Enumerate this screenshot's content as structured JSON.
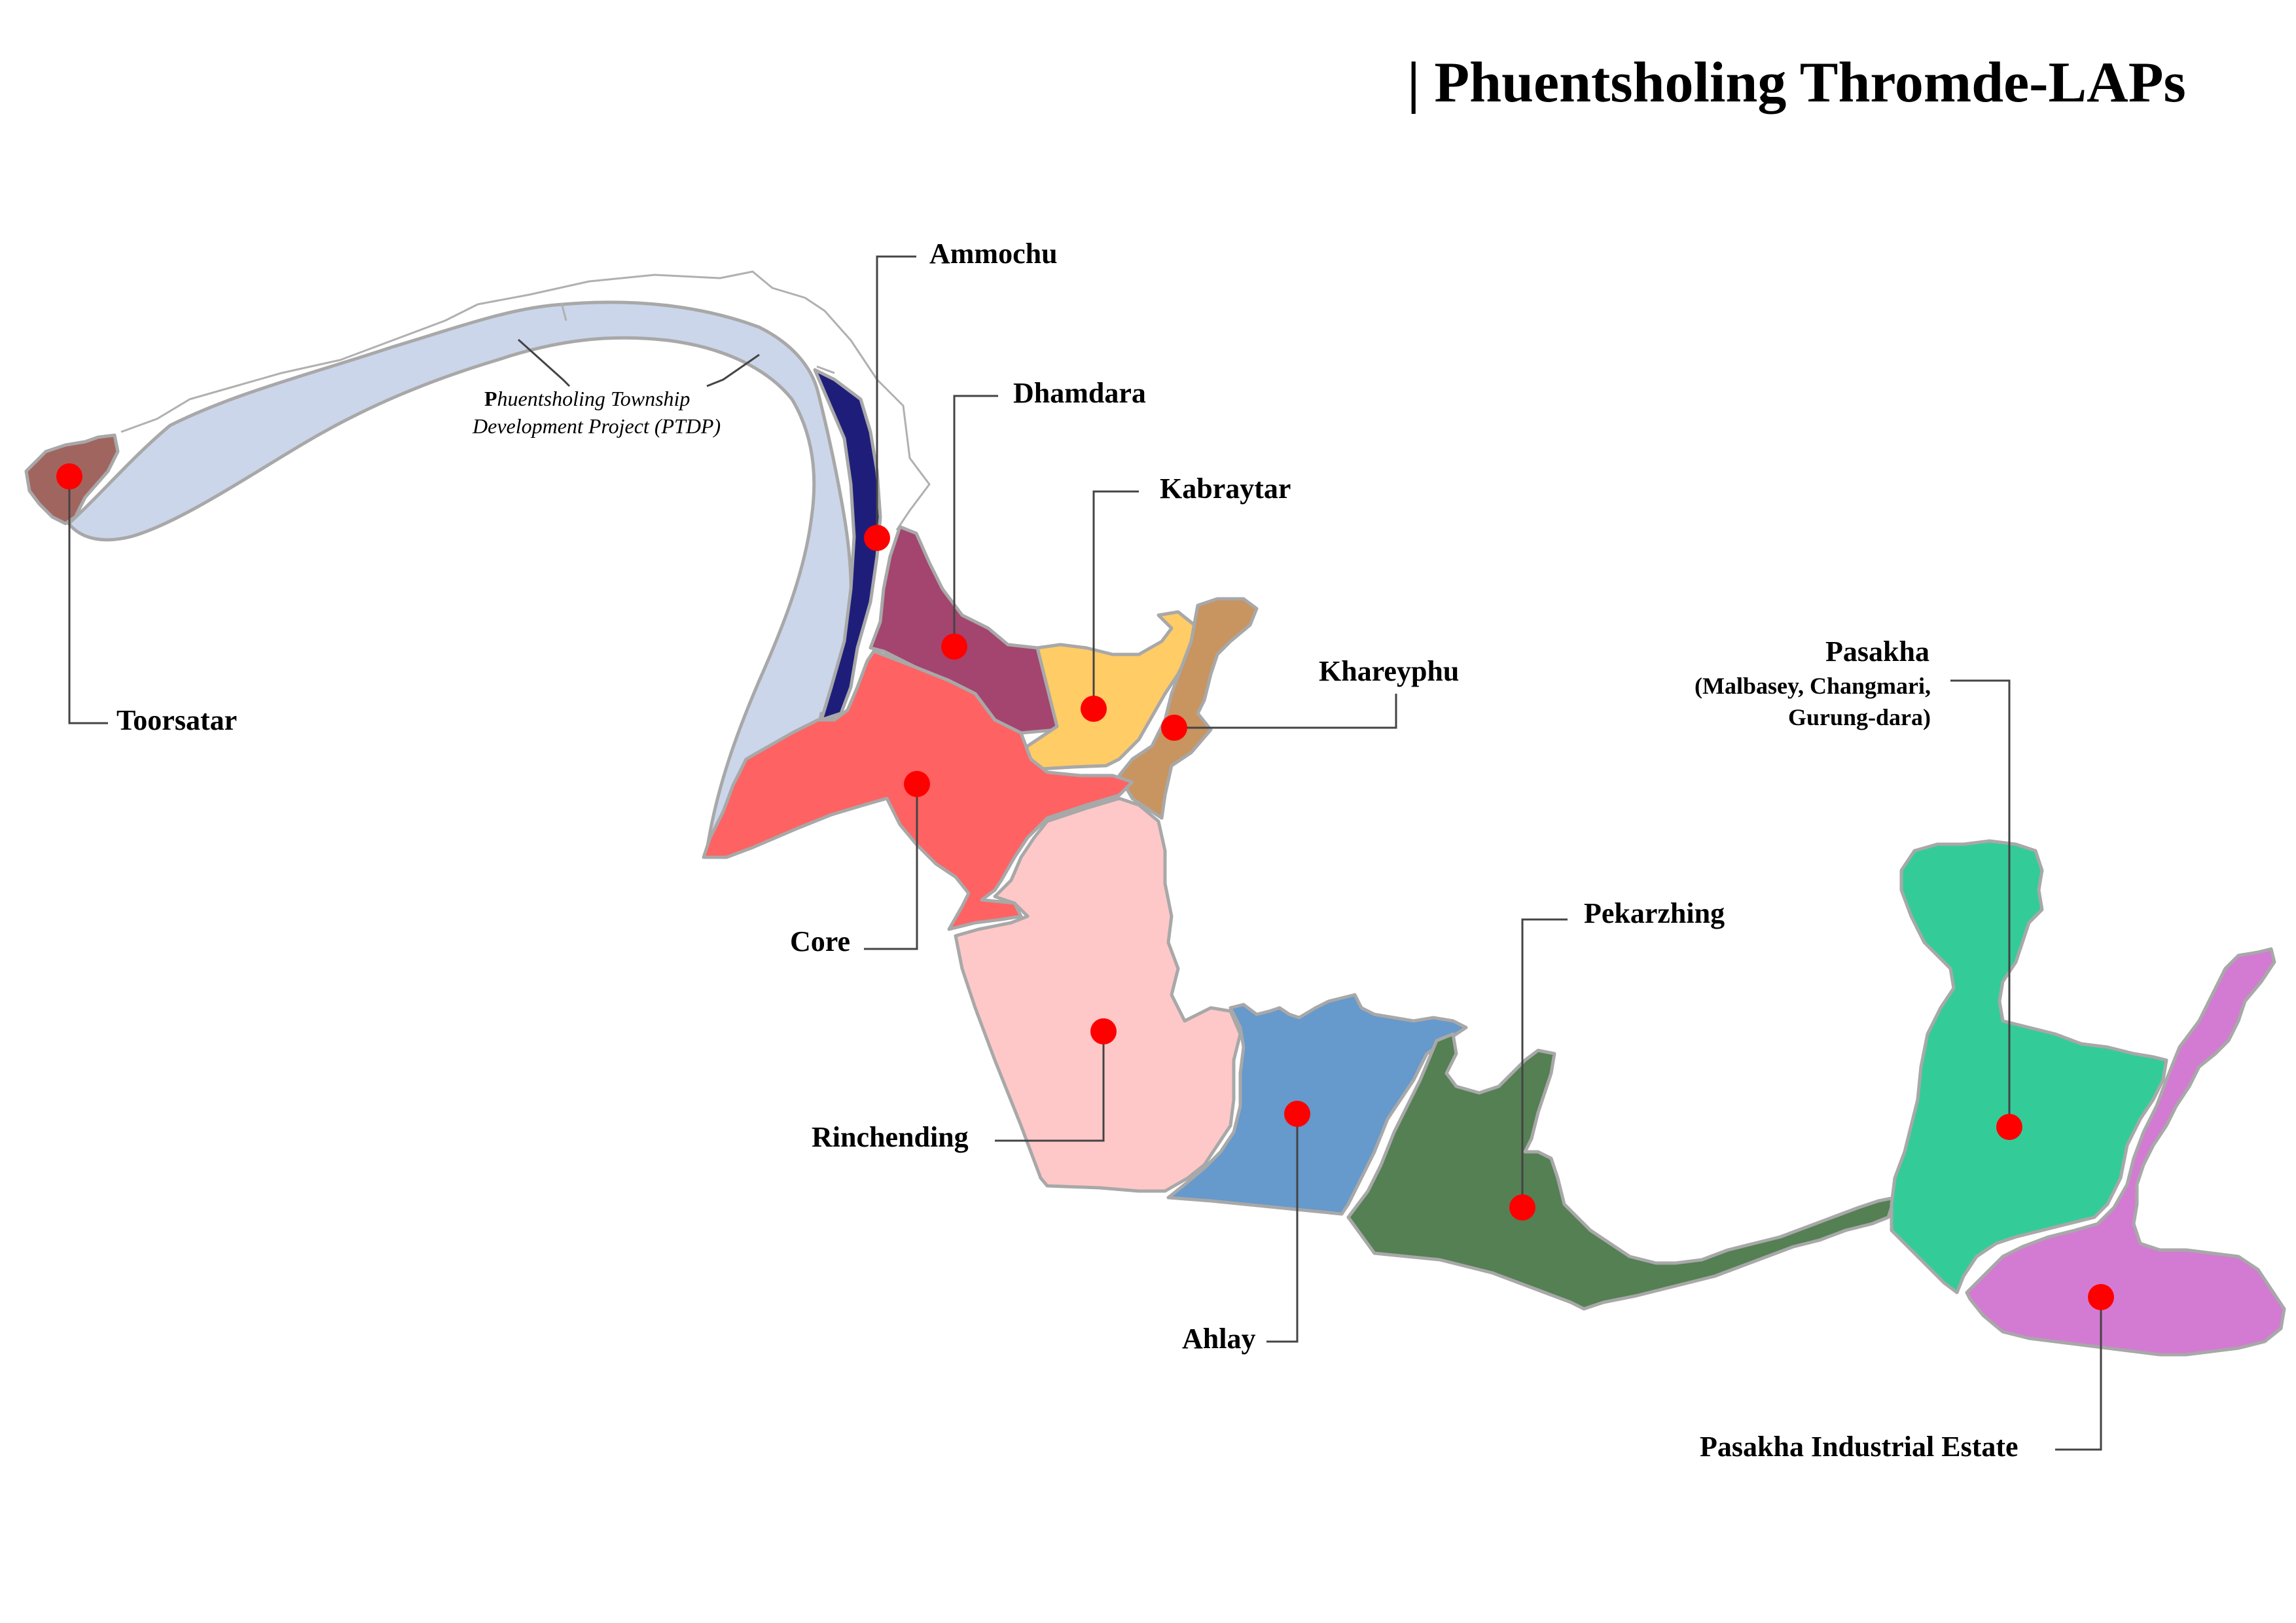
{
  "title": "| Phuentsholing Thromde-LAPs",
  "ptdp": {
    "line1_bold": "P",
    "line1_rest": "huentsholing Township",
    "line2": "Development Project (PTDP)"
  },
  "laps": [
    {
      "id": "toorsatar",
      "name": "Toorsatar",
      "color": "#a0655f"
    },
    {
      "id": "ammochu",
      "name": "Ammochu",
      "color": "#1e1e7a"
    },
    {
      "id": "dhamdara",
      "name": "Dhamdara",
      "color": "#a3456e"
    },
    {
      "id": "kabraytar",
      "name": "Kabraytar",
      "color": "#ffcc66"
    },
    {
      "id": "khareyphu",
      "name": "Khareyphu",
      "color": "#c89460"
    },
    {
      "id": "core",
      "name": "Core",
      "color": "#ff6262"
    },
    {
      "id": "rinchending",
      "name": "Rinchending",
      "color": "#ffc8c8"
    },
    {
      "id": "ahlay",
      "name": "Ahlay",
      "color": "#6699cc"
    },
    {
      "id": "pekarzhing",
      "name": "Pekarzhing",
      "color": "#548054"
    },
    {
      "id": "pasakha",
      "name": "Pasakha",
      "sublabel_1": "(Malbasey, Changmari,",
      "sublabel_2": "Gurung-dara)",
      "color": "#33cc99"
    },
    {
      "id": "pasakha-industrial",
      "name": "Pasakha Industrial Estate",
      "color": "#d37bd3"
    }
  ],
  "ptdp_color": "#ccd6ea",
  "marker_color": "#ff0000"
}
